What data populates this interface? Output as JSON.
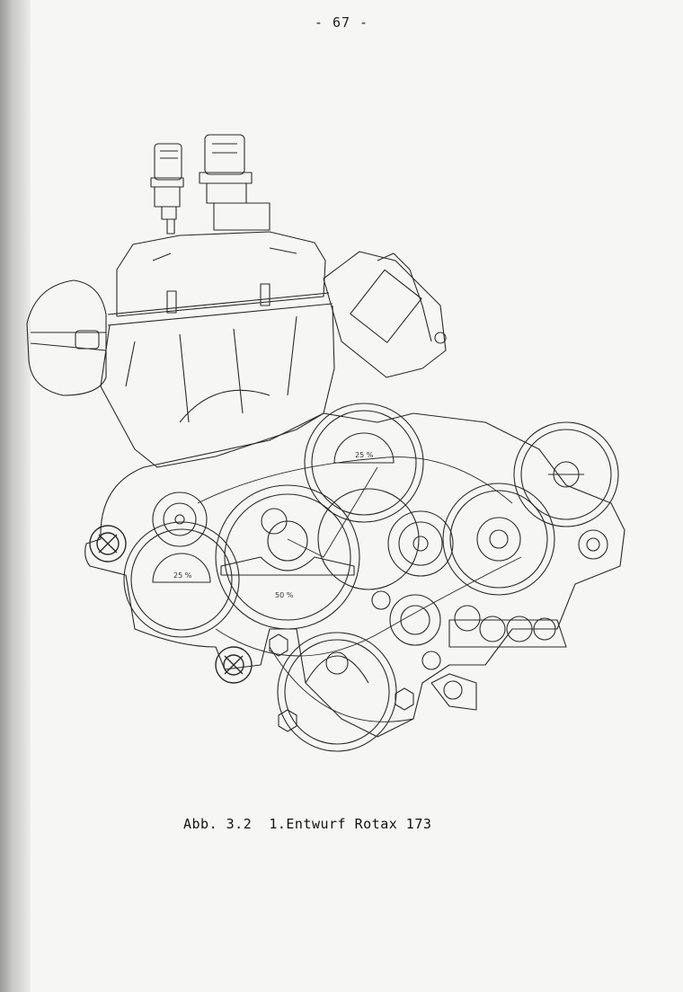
{
  "page": {
    "number": "- 67 -"
  },
  "figure": {
    "label": "Abb. 3.2",
    "title": "1.Entwurf Rotax 173",
    "annotations": {
      "top_gear": "25 %",
      "left_gear": "25 %",
      "center_gear": "50 %"
    }
  }
}
